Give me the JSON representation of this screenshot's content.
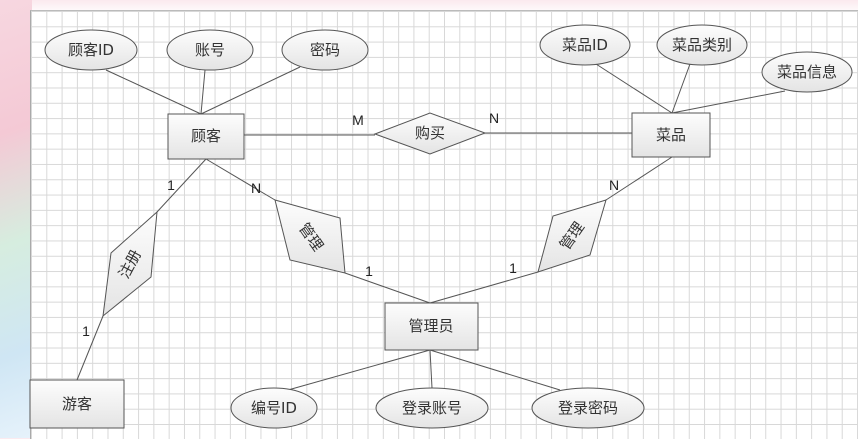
{
  "entities": {
    "customer": "顾客",
    "dish": "菜品",
    "admin": "管理员",
    "visitor": "游客"
  },
  "relationships": {
    "purchase": "购买",
    "register": "注册",
    "manage_customer": "管理",
    "manage_dish": "管理"
  },
  "attributes": {
    "customer_id": "顾客ID",
    "account": "账号",
    "password": "密码",
    "dish_id": "菜品ID",
    "dish_category": "菜品类别",
    "dish_info": "菜品信息",
    "admin_id": "编号ID",
    "login_account": "登录账号",
    "login_password": "登录密码"
  },
  "cardinalities": {
    "purchase_customer": "M",
    "purchase_dish": "N",
    "register_customer": "1",
    "register_visitor": "1",
    "manage_customer_customer": "N",
    "manage_customer_admin": "1",
    "manage_dish_dish": "N",
    "manage_dish_admin": "1"
  }
}
